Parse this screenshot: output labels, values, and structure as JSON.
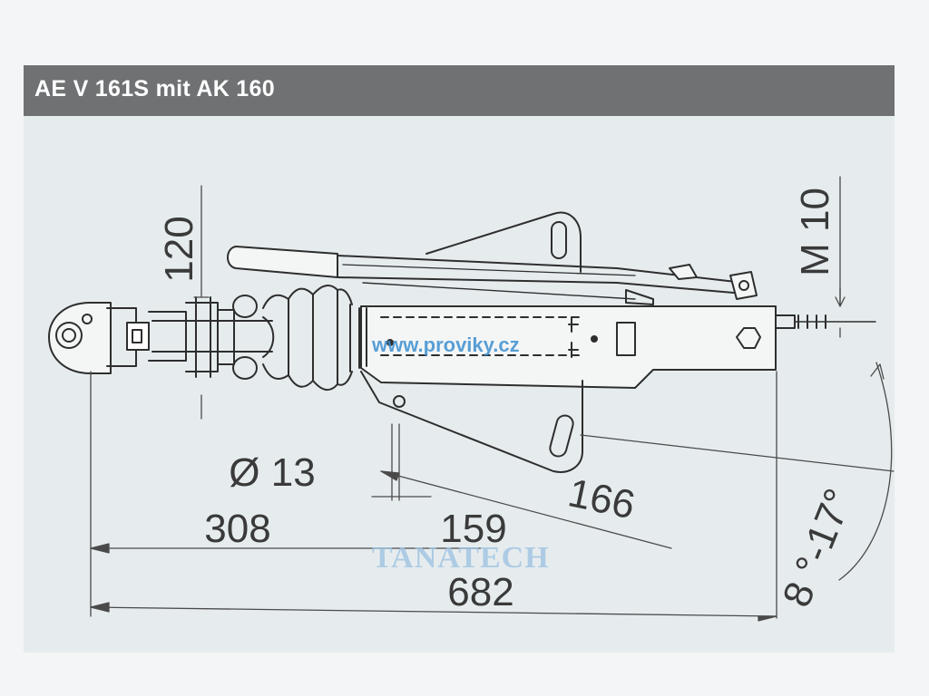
{
  "title": "AE V 161S mit AK 160",
  "dimensions": {
    "height_120": "120",
    "thread": "M 10",
    "bore": "Ø 13",
    "len_308": "308",
    "len_159": "159",
    "len_166": "166",
    "len_682": "682",
    "angle": "8 °-17°"
  },
  "watermarks": {
    "site": "www.proviky.cz",
    "brand": "TANATECH"
  }
}
